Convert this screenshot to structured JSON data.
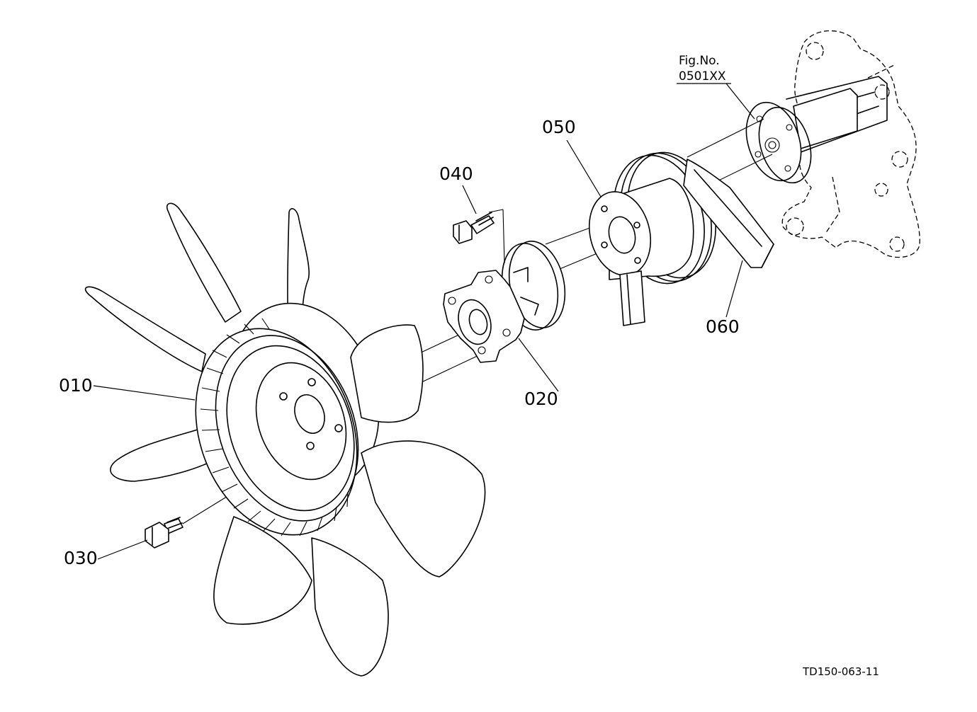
{
  "callouts": {
    "c010": "010",
    "c020": "020",
    "c030": "030",
    "c040": "040",
    "c050": "050",
    "c060": "060"
  },
  "reference": {
    "fig_label": "Fig.No.",
    "fig_number": "0501XX"
  },
  "drawing_id": "TD150-063-11",
  "parts": [
    {
      "callout": "010",
      "icon": "fan-icon"
    },
    {
      "callout": "020",
      "icon": "fan-spacer-icon"
    },
    {
      "callout": "030",
      "icon": "bolt-icon"
    },
    {
      "callout": "040",
      "icon": "bolt-icon"
    },
    {
      "callout": "050",
      "icon": "pulley-icon"
    },
    {
      "callout": "060",
      "icon": "v-belt-icon"
    }
  ]
}
